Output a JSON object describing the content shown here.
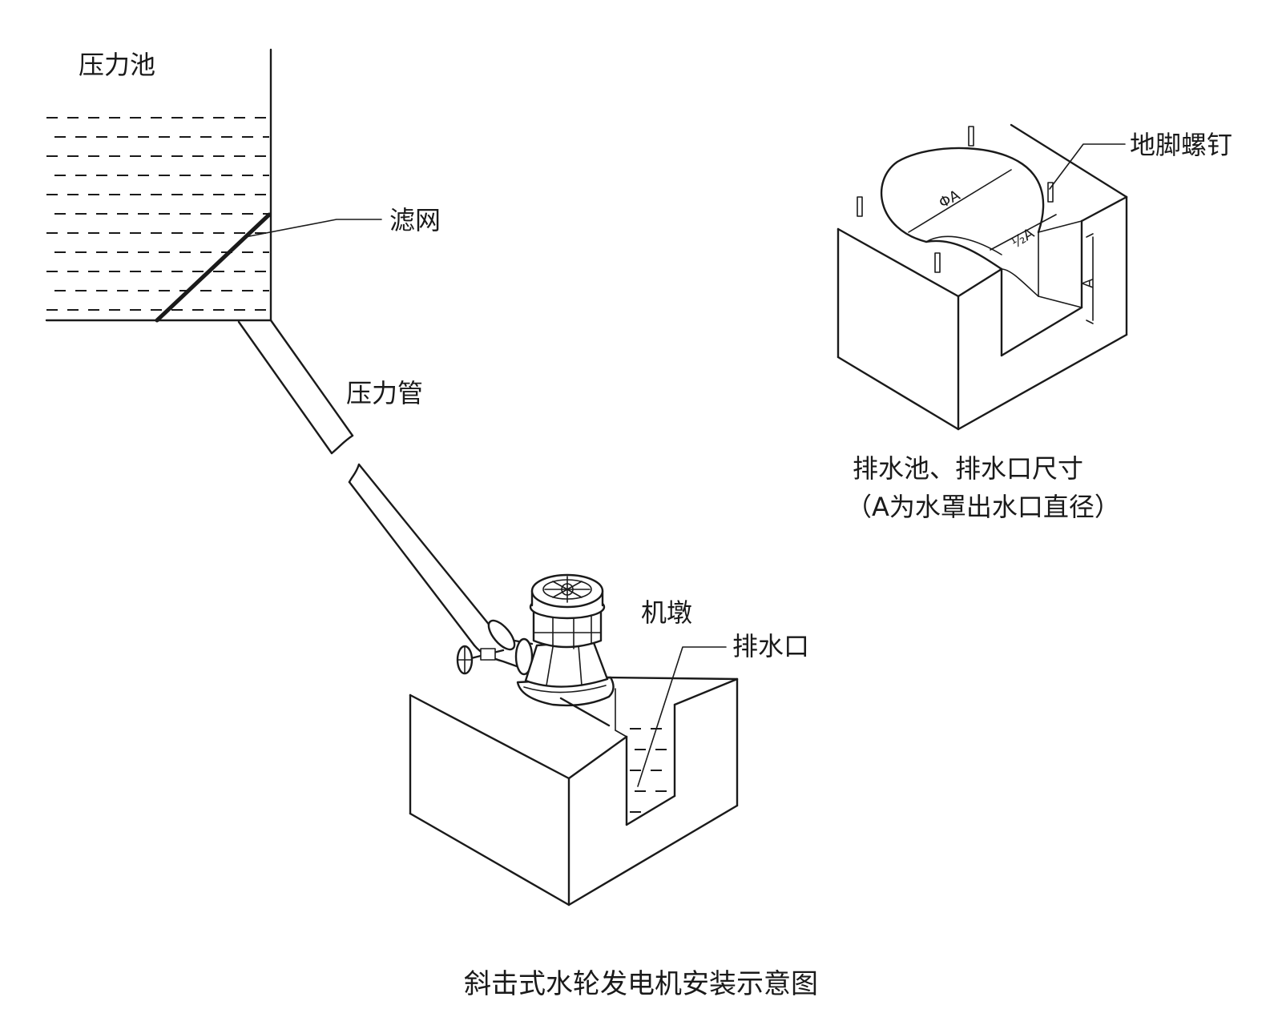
{
  "labels": {
    "pressure_tank": "压力池",
    "filter_screen": "滤网",
    "penstock": "压力管",
    "machine_pier": "机墩",
    "drain_outlet": "排水口",
    "anchor_bolt": "地脚螺钉",
    "dim_phi_a": "ΦA",
    "dim_half_a": "½A",
    "dim_a": "A"
  },
  "caption": {
    "detail_line1": "排水池、排水口尺寸",
    "detail_line2": "（A为水罩出水口直径）",
    "main_title": "斜击式水轮发电机安装示意图"
  }
}
